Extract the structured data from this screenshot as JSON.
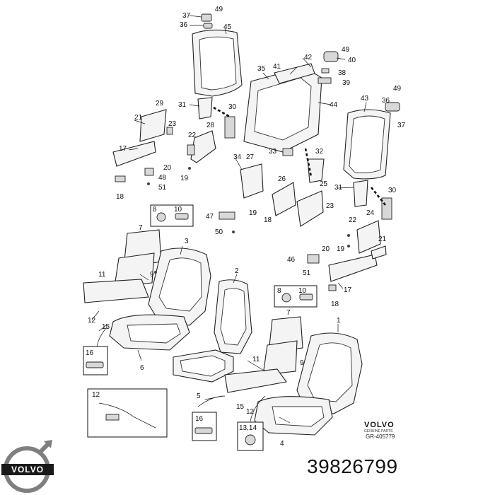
{
  "callouts": [
    {
      "id": "c37a",
      "label": "37"
    },
    {
      "id": "c49a",
      "label": "49"
    },
    {
      "id": "c36a",
      "label": "36"
    },
    {
      "id": "c45",
      "label": "45"
    },
    {
      "id": "c42",
      "label": "42"
    },
    {
      "id": "c49b",
      "label": "49"
    },
    {
      "id": "c40",
      "label": "40"
    },
    {
      "id": "c41",
      "label": "41"
    },
    {
      "id": "c35",
      "label": "35"
    },
    {
      "id": "c38",
      "label": "38"
    },
    {
      "id": "c39",
      "label": "39"
    },
    {
      "id": "c43",
      "label": "43"
    },
    {
      "id": "c36b",
      "label": "36"
    },
    {
      "id": "c49c",
      "label": "49"
    },
    {
      "id": "c29",
      "label": "29"
    },
    {
      "id": "c31a",
      "label": "31"
    },
    {
      "id": "c30a",
      "label": "30"
    },
    {
      "id": "c44",
      "label": "44"
    },
    {
      "id": "c37b",
      "label": "37"
    },
    {
      "id": "c21a",
      "label": "21"
    },
    {
      "id": "c23a",
      "label": "23"
    },
    {
      "id": "c28",
      "label": "28"
    },
    {
      "id": "c22a",
      "label": "22"
    },
    {
      "id": "c17a",
      "label": "17"
    },
    {
      "id": "c34",
      "label": "34"
    },
    {
      "id": "c27",
      "label": "27"
    },
    {
      "id": "c33",
      "label": "33"
    },
    {
      "id": "c32",
      "label": "32"
    },
    {
      "id": "c20a",
      "label": "20"
    },
    {
      "id": "c19a",
      "label": "19"
    },
    {
      "id": "c48",
      "label": "48"
    },
    {
      "id": "c51a",
      "label": "51"
    },
    {
      "id": "c18a",
      "label": "18"
    },
    {
      "id": "c26",
      "label": "26"
    },
    {
      "id": "c25",
      "label": "25"
    },
    {
      "id": "c31b",
      "label": "31"
    },
    {
      "id": "c30b",
      "label": "30"
    },
    {
      "id": "c8a",
      "label": "8"
    },
    {
      "id": "c10a",
      "label": "10"
    },
    {
      "id": "c47",
      "label": "47"
    },
    {
      "id": "c19b",
      "label": "19"
    },
    {
      "id": "c18b",
      "label": "18"
    },
    {
      "id": "c23b",
      "label": "23"
    },
    {
      "id": "c22b",
      "label": "22"
    },
    {
      "id": "c24",
      "label": "24"
    },
    {
      "id": "c50",
      "label": "50"
    },
    {
      "id": "c7a",
      "label": "7"
    },
    {
      "id": "c3",
      "label": "3"
    },
    {
      "id": "c20b",
      "label": "20"
    },
    {
      "id": "c19c",
      "label": "19"
    },
    {
      "id": "c21b",
      "label": "21"
    },
    {
      "id": "c46",
      "label": "46"
    },
    {
      "id": "c9a",
      "label": "9"
    },
    {
      "id": "c51b",
      "label": "51"
    },
    {
      "id": "c11a",
      "label": "11"
    },
    {
      "id": "c2",
      "label": "2"
    },
    {
      "id": "c17b",
      "label": "17"
    },
    {
      "id": "c8b",
      "label": "8"
    },
    {
      "id": "c10b",
      "label": "10"
    },
    {
      "id": "c18c",
      "label": "18"
    },
    {
      "id": "c12a",
      "label": "12"
    },
    {
      "id": "c15a",
      "label": "15"
    },
    {
      "id": "c1",
      "label": "1"
    },
    {
      "id": "c7b",
      "label": "7"
    },
    {
      "id": "c16a",
      "label": "16"
    },
    {
      "id": "c6",
      "label": "6"
    },
    {
      "id": "c11b",
      "label": "11"
    },
    {
      "id": "c9b",
      "label": "9"
    },
    {
      "id": "c12box",
      "label": "12"
    },
    {
      "id": "c5",
      "label": "5"
    },
    {
      "id": "c15b",
      "label": "15"
    },
    {
      "id": "c12b",
      "label": "12"
    },
    {
      "id": "c16b",
      "label": "16"
    },
    {
      "id": "c1314",
      "label": "13,14"
    },
    {
      "id": "c4",
      "label": "4"
    }
  ],
  "brand": {
    "name": "VOLVO",
    "sub": "GENUINE PARTS",
    "figure_ref": "GR-405779"
  },
  "logo": {
    "wordmark": "VOLVO"
  },
  "part_number": "39826799"
}
